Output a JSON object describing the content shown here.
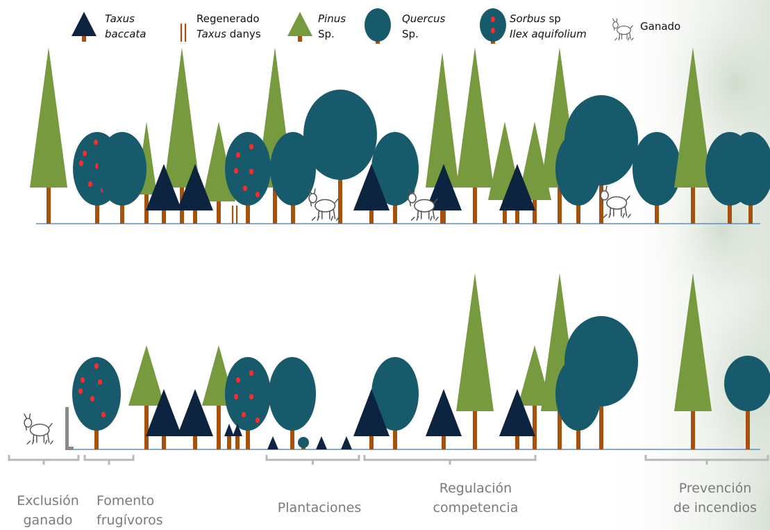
{
  "legend": {
    "taxus": {
      "line1": "Taxus",
      "line2": "baccata"
    },
    "regenerado": {
      "line1": "Regenerado",
      "line2_italic": "Taxus",
      "line2_rest": " danys"
    },
    "pinus": {
      "line1": "Pinus",
      "line2": "Sp."
    },
    "quercus": {
      "line1": "Quercus",
      "line2": "Sp."
    },
    "sorbus": {
      "line1_italic": "Sorbus",
      "line1_rest": " sp",
      "line2": "Ilex aquifolium"
    },
    "ganado": "Ganado"
  },
  "actions": [
    {
      "line1": "Exclusión",
      "line2": "ganado"
    },
    {
      "line1": "Fomento",
      "line2": "frugívoros"
    },
    {
      "line1": "Plantaciones",
      "line2": ""
    },
    {
      "line1": "Regulación",
      "line2": "competencia"
    },
    {
      "line1": "Prevención",
      "line2": "de incendios"
    }
  ],
  "colors": {
    "taxus": "#0d2440",
    "pinus": "#779a3f",
    "quercus": "#165a6c",
    "sorbus_fruit": "#ff2b2b",
    "trunk": "#a6520f",
    "ground": "#5b8ec9",
    "bracket": "#b8b8b8",
    "label": "#7a7a7a"
  }
}
